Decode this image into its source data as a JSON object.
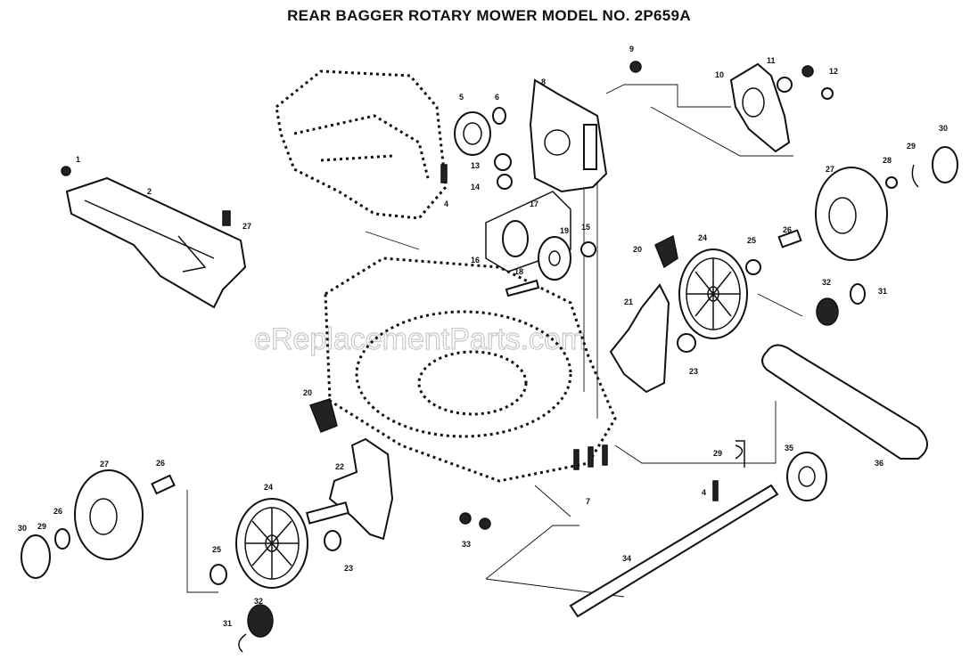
{
  "title": "REAR BAGGER ROTARY MOWER MODEL NO.  2P659A",
  "watermark": "eReplacementParts.com",
  "callouts": [
    "1",
    "2",
    "27",
    "4",
    "5",
    "6",
    "8",
    "9",
    "10",
    "11",
    "12",
    "13",
    "14",
    "17",
    "15",
    "16",
    "19",
    "18",
    "20",
    "24",
    "25",
    "26",
    "27",
    "28",
    "29",
    "30",
    "32",
    "31",
    "21",
    "23",
    "20",
    "22",
    "24",
    "25",
    "23",
    "27",
    "26",
    "26",
    "29",
    "30",
    "31",
    "32",
    "33",
    "7",
    "29",
    "4",
    "35",
    "36",
    "34"
  ]
}
